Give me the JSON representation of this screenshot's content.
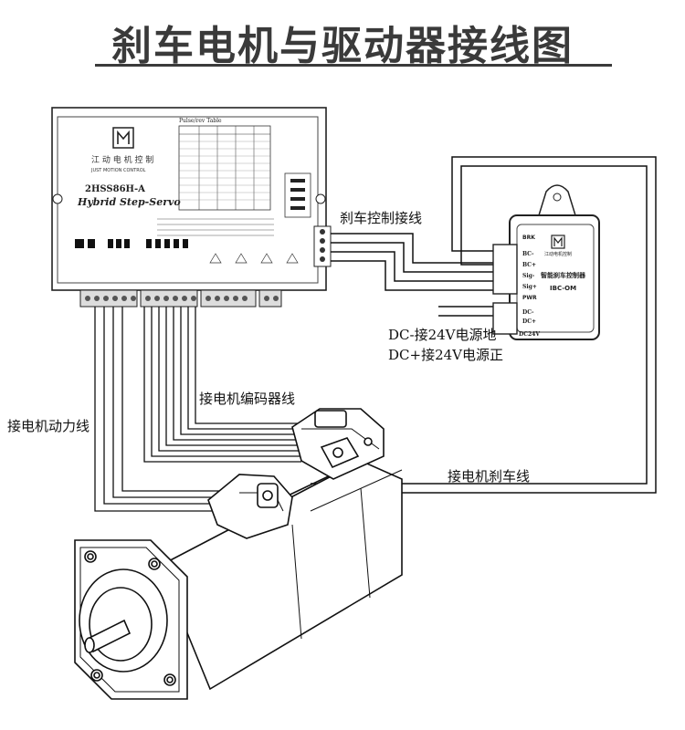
{
  "title": "刹车电机与驱动器接线图",
  "driver": {
    "model": "2HSS86H-A",
    "series": "Hybrid Step-Servo",
    "table_title": "Pulse/rev Table",
    "brand_sub": "JUST MOTION CONTROL"
  },
  "brake_box": {
    "model": "IBC-OM",
    "name": "智能刹车控制器",
    "brk": "BRK",
    "pwr": "PWR",
    "terminals_top": [
      "BC-",
      "BC+",
      "Sig-",
      "Sig+"
    ],
    "terminals_bottom": [
      "DC-",
      "DC+",
      "DC24V"
    ]
  },
  "labels": {
    "brake_control": "刹车控制接线",
    "dc_minus": "DC-接24V电源地",
    "dc_plus": "DC+接24V电源正",
    "encoder": "接电机编码器线",
    "power": "接电机动力线",
    "brake": "接电机刹车线"
  }
}
